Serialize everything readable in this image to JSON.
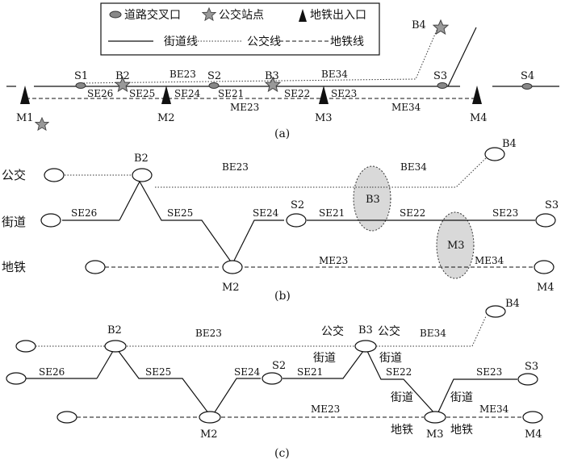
{
  "legend": {
    "intersection": "道路交叉口",
    "bus_stop": "公交站点",
    "subway_entrance": "地铁出入口",
    "street_line": "街道线",
    "bus_line": "公交线",
    "subway_line": "地铁线"
  },
  "panel_a": {
    "caption": "(a)",
    "nodes": {
      "S1": "S1",
      "S2": "S2",
      "S3": "S3",
      "S4": "S4",
      "B2": "B2",
      "B3": "B3",
      "B4": "B4",
      "M1": "M1",
      "M2": "M2",
      "M3": "M3",
      "M4": "M4"
    },
    "edges": {
      "SE26": "SE26",
      "SE25": "SE25",
      "SE24": "SE24",
      "SE21": "SE21",
      "SE22": "SE22",
      "SE23": "SE23",
      "BE23": "BE23",
      "BE34": "BE34",
      "ME23": "ME23",
      "ME34": "ME34"
    }
  },
  "panel_b": {
    "caption": "(b)",
    "row_labels": {
      "bus": "公交",
      "street": "街道",
      "subway": "地铁"
    },
    "nodes": {
      "B2": "B2",
      "B3": "B3",
      "B4": "B4",
      "S2": "S2",
      "S3": "S3",
      "M2": "M2",
      "M3": "M3",
      "M4": "M4"
    },
    "edges": {
      "BE23": "BE23",
      "BE34": "BE34",
      "SE26": "SE26",
      "SE25": "SE25",
      "SE24": "SE24",
      "SE21": "SE21",
      "SE22": "SE22",
      "SE23": "SE23",
      "ME23": "ME23",
      "ME34": "ME34"
    }
  },
  "panel_c": {
    "caption": "(c)",
    "nodes": {
      "B2": "B2",
      "B3": "B3",
      "B4": "B4",
      "S2": "S2",
      "S3": "S3",
      "M2": "M2",
      "M3": "M3",
      "M4": "M4"
    },
    "edges": {
      "BE23": "BE23",
      "BE34": "BE34",
      "SE26": "SE26",
      "SE25": "SE25",
      "SE24": "SE24",
      "SE21": "SE21",
      "SE22": "SE22",
      "SE23": "SE23",
      "ME23": "ME23",
      "ME34": "ME34"
    },
    "port_labels": {
      "b3_bus_left": "公交",
      "b3_bus_right": "公交",
      "b3_street_left": "街道",
      "b3_street_right": "街道",
      "m3_street_left": "街道",
      "m3_street_right": "街道",
      "m3_subway_left": "地铁",
      "m3_subway_right": "地铁"
    }
  }
}
